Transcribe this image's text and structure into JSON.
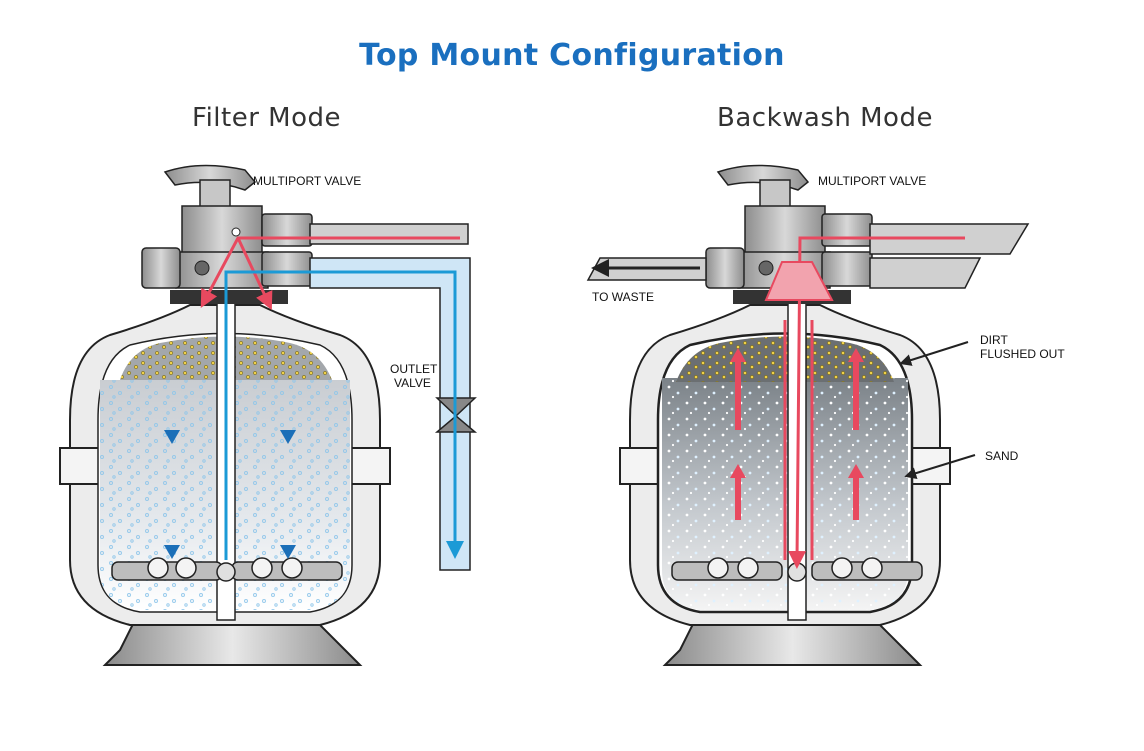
{
  "title": "Top Mount Configuration",
  "panels": {
    "filter": {
      "heading": "Filter Mode",
      "valve_label": "MULTIPORT VALVE",
      "outlet_label_line1": "OUTLET",
      "outlet_label_line2": "VALVE"
    },
    "backwash": {
      "heading": "Backwash Mode",
      "valve_label": "MULTIPORT VALVE",
      "waste_label": "TO WASTE",
      "dirt_label_line1": "DIRT",
      "dirt_label_line2": "FLUSHED OUT",
      "sand_label": "SAND"
    }
  },
  "colors": {
    "title": "#1a6fbf",
    "inflow": "#e8495f",
    "outflow": "#1b9ad6",
    "tank_body": "#e9e9e9",
    "outline": "#222222"
  }
}
